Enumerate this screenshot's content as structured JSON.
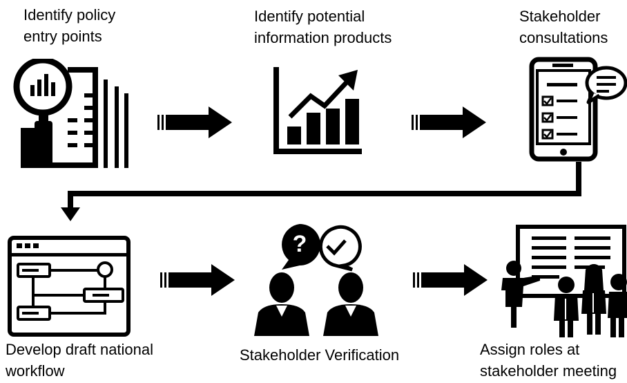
{
  "steps": {
    "s1": {
      "label": "Identify policy\nentry points",
      "icon": "magnifier-document-icon"
    },
    "s2": {
      "label": "Identify potential\ninformation products",
      "icon": "growth-chart-icon"
    },
    "s3": {
      "label": "Stakeholder\nconsultations",
      "icon": "tablet-checklist-icon"
    },
    "s4": {
      "label": "Develop draft national\nworkflow",
      "icon": "workflow-window-icon"
    },
    "s5": {
      "label": "Stakeholder Verification",
      "icon": "discussion-people-icon"
    },
    "s6": {
      "label": "Assign roles at\nstakeholder meeting",
      "icon": "presentation-meeting-icon"
    }
  },
  "colors": {
    "ink": "#000000",
    "background": "#ffffff"
  }
}
